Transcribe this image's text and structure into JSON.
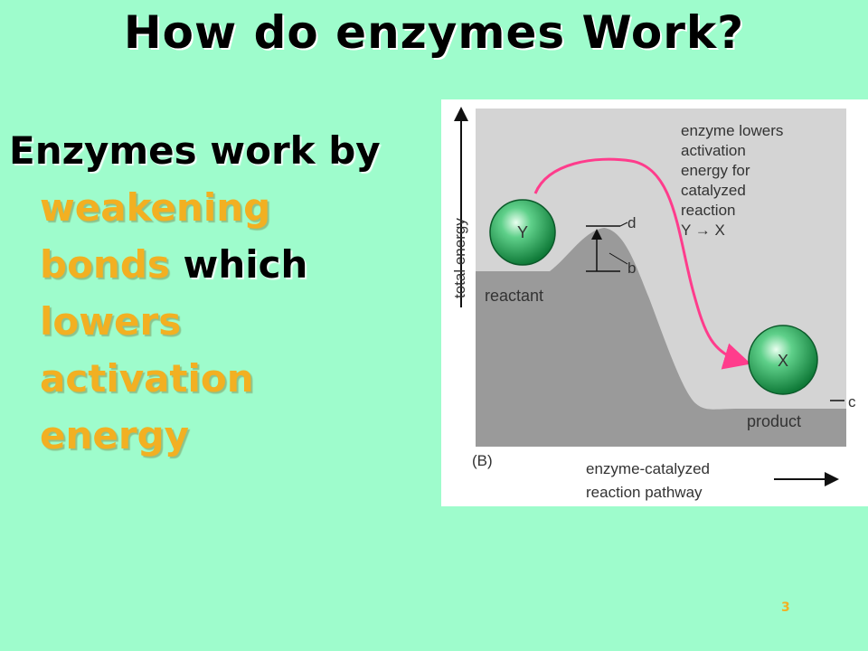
{
  "slide": {
    "title": "How do enzymes Work?",
    "page_number": "3"
  },
  "body": {
    "line1": "Enzymes work by",
    "weakening": "weakening",
    "bonds": "bonds",
    "which": " which",
    "lowers": "lowers",
    "activation": "activation",
    "energy": "energy"
  },
  "figure": {
    "y_axis_label": "total energy",
    "annotation_lines": [
      "enzyme lowers",
      "activation",
      "energy for",
      "catalyzed",
      "reaction",
      "Y → X"
    ],
    "molecule_reactant": "Y",
    "molecule_product": "X",
    "label_d": "d",
    "label_b": "b",
    "label_c": "c",
    "reactant_label": "reactant",
    "product_label": "product",
    "panel_label": "(B)",
    "x_axis_line1": "enzyme-catalyzed",
    "x_axis_line2": "reaction pathway",
    "colors": {
      "background_box": "#d4d4d4",
      "energy_profile": "#9a9a9a",
      "arrow": "#ff3c8c",
      "sphere": "#1a9a4a"
    }
  }
}
